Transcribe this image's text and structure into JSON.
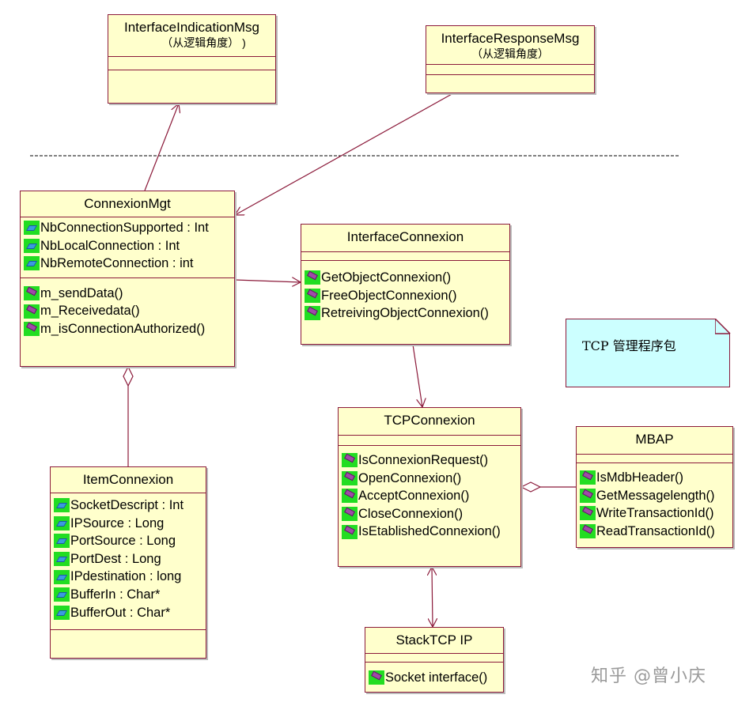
{
  "classes": {
    "interface_indication": {
      "name": "InterfaceIndicationMsg",
      "subtitle": "（从逻辑角度）        )"
    },
    "interface_response": {
      "name": "InterfaceResponseMsg",
      "subtitle": "（从逻辑角度）"
    },
    "connexion_mgt": {
      "name": "ConnexionMgt",
      "attributes": [
        "NbConnectionSupported : Int",
        "NbLocalConnection : Int",
        "NbRemoteConnection : int"
      ],
      "operations": [
        "m_sendData()",
        "m_Receivedata()",
        "m_isConnectionAuthorized()"
      ]
    },
    "interface_connexion": {
      "name": "InterfaceConnexion",
      "operations": [
        "GetObjectConnexion()",
        "FreeObjectConnexion()",
        "RetreivingObjectConnexion()"
      ]
    },
    "item_connexion": {
      "name": "ItemConnexion",
      "attributes": [
        "SocketDescript : Int",
        "IPSource : Long",
        "PortSource : Long",
        "PortDest : Long",
        "IPdestination : long",
        "BufferIn : Char*",
        "BufferOut : Char*"
      ]
    },
    "tcp_connexion": {
      "name": "TCPConnexion",
      "operations": [
        "IsConnexionRequest()",
        "OpenConnexion()",
        "AcceptConnexion()",
        "CloseConnexion()",
        "IsEtablishedConnexion()"
      ]
    },
    "mbap": {
      "name": "MBAP",
      "operations": [
        "IsMdbHeader()",
        "GetMessagelength()",
        "WriteTransactionId()",
        "ReadTransactionId()"
      ]
    },
    "stack_tcp_ip": {
      "name": "StackTCP IP",
      "operations": [
        "Socket interface()"
      ]
    }
  },
  "note": {
    "text": "TCP 管理程序包"
  },
  "watermark": "知乎 @曾小庆",
  "colors": {
    "class_fill": "#ffffcc",
    "class_border": "#8b1a3a",
    "note_fill": "#ccffff",
    "icon_bg": "#22dd22"
  },
  "icons": {
    "attribute": "attribute-icon",
    "operation": "operation-icon"
  }
}
